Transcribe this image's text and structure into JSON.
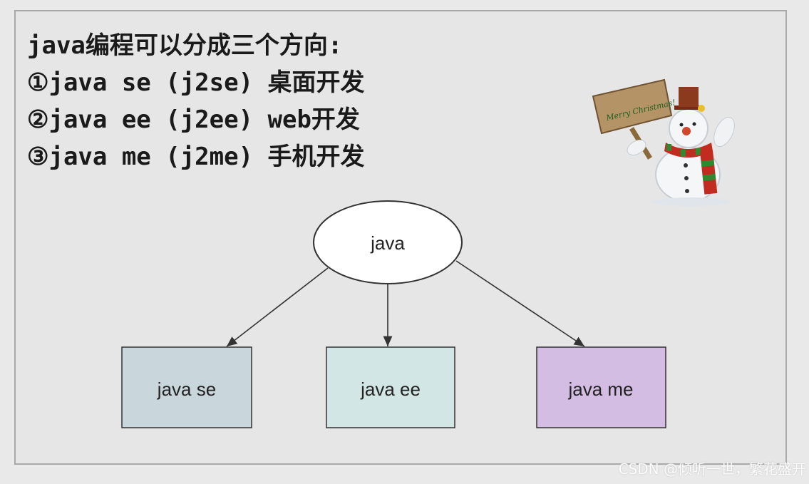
{
  "heading": {
    "title": "java编程可以分成三个方向:",
    "items": [
      "①java se (j2se) 桌面开发",
      "②java ee (j2ee) web开发",
      "③java me (j2me) 手机开发"
    ]
  },
  "diagram": {
    "root": "java",
    "children": [
      {
        "label": "java se",
        "color": "#c9d6dc"
      },
      {
        "label": "java ee",
        "color": "#d2e6e6"
      },
      {
        "label": "java me",
        "color": "#d3bde3"
      }
    ]
  },
  "sign": {
    "text": "Merry Christmas!"
  },
  "watermark": "CSDN @倾听一世，繁花盛开"
}
